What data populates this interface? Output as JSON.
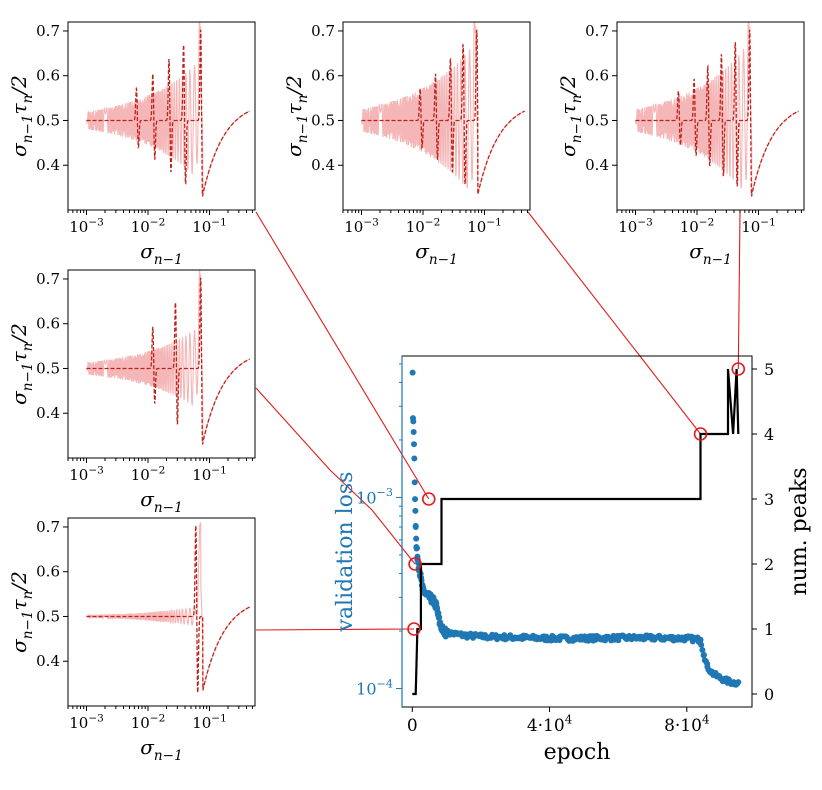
{
  "colors": {
    "loss": "#1f77b4",
    "peaks": "#000000",
    "connector": "#e41a1c",
    "inset_solid": "#f4b6b6",
    "inset_dashed": "#c0201a"
  },
  "chart_data": [
    {
      "id": "main",
      "type": "scatter",
      "xlabel": "epoch",
      "xticks": [
        0,
        40000,
        80000
      ],
      "xtick_labels": [
        "0",
        "4·10^4",
        "8·10^4"
      ],
      "xlim": [
        -3000,
        99000
      ],
      "log_y": true,
      "ylabel_left": "validation loss",
      "ylim_left": [
        8e-05,
        0.0055
      ],
      "yticks_left": [
        0.0001,
        0.001
      ],
      "ytick_labels_left": [
        "10^-4",
        "10^-3"
      ],
      "ylabel_right": "num. peaks",
      "ylim_right": [
        -0.2,
        5.2
      ],
      "yticks_right": [
        0,
        1,
        2,
        3,
        4,
        5
      ],
      "series": [
        {
          "kind": "loss",
          "axis": "left",
          "x": [
            100,
            200,
            300,
            400,
            500,
            600,
            700,
            800,
            900,
            1000,
            1200,
            1500,
            2000,
            3000,
            4000,
            5000,
            6000,
            7000,
            8000,
            9000,
            10000,
            15000,
            20000,
            30000,
            40000,
            50000,
            60000,
            70000,
            80000,
            84000,
            85000,
            86000,
            87000,
            88000,
            90000,
            92000,
            94000,
            95000
          ],
          "y": [
            0.0045,
            0.0026,
            0.0025,
            0.0022,
            0.0019,
            0.0016,
            0.0012,
            0.00098,
            0.00085,
            0.0007,
            0.00055,
            0.00049,
            0.00043,
            0.00033,
            0.00031,
            0.0003,
            0.00029,
            0.00027,
            0.00022,
            0.0002,
            0.000196,
            0.00019,
            0.000187,
            0.000185,
            0.000183,
            0.000183,
            0.000184,
            0.000184,
            0.000183,
            0.00018,
            0.00015,
            0.00013,
            0.000123,
            0.000118,
            0.000113,
            0.000109,
            0.000107,
            0.000108
          ]
        },
        {
          "kind": "peaks",
          "axis": "right",
          "step_x": [
            0,
            1000,
            1500,
            2500,
            2500,
            5500,
            5500,
            8500,
            8500,
            84000,
            84000,
            92000,
            92000,
            93500,
            94500,
            95000,
            95000
          ],
          "step_y": [
            0,
            0,
            1,
            1,
            2,
            2,
            2,
            2,
            3,
            3,
            4,
            4,
            5,
            4,
            5,
            4,
            4
          ]
        }
      ],
      "markers_right": [
        {
          "x": 500,
          "y": 1
        },
        {
          "x": 800,
          "y": 2
        },
        {
          "x": 4800,
          "y": 3
        },
        {
          "x": 84000,
          "y": 4
        },
        {
          "x": 95000,
          "y": 5
        }
      ]
    },
    {
      "id": "inset-top-left",
      "type": "line",
      "ylabel": "σn−1 τn/2",
      "xlabel": "σn−1",
      "log_x": true,
      "xlim": [
        0.0005,
        0.55
      ],
      "ylim": [
        0.3,
        0.72
      ],
      "xtick_labels": [
        "10^-3",
        "10^-2",
        "10^-1"
      ],
      "yticks": [
        0.4,
        0.5,
        0.6,
        0.7
      ],
      "peaks": [
        0.0065,
        0.012,
        0.022,
        0.038,
        0.072
      ],
      "env": 0.0035
    },
    {
      "id": "inset-top-middle",
      "type": "line",
      "ylabel": "σn−1 τn/2",
      "xlabel": "σn−1",
      "log_x": true,
      "xlim": [
        0.0005,
        0.55
      ],
      "ylim": [
        0.3,
        0.72
      ],
      "xtick_labels": [
        "10^-3",
        "10^-2",
        "10^-1"
      ],
      "yticks": [
        0.4,
        0.5,
        0.6,
        0.7
      ],
      "peaks": [
        0.009,
        0.016,
        0.028,
        0.045,
        0.075
      ],
      "env": 0.002
    },
    {
      "id": "inset-top-right",
      "type": "line",
      "ylabel": "σn−1 τn/2",
      "xlabel": "σn−1",
      "log_x": true,
      "xlim": [
        0.0005,
        0.55
      ],
      "ylim": [
        0.3,
        0.72
      ],
      "xtick_labels": [
        "10^-3",
        "10^-2",
        "10^-1"
      ],
      "yticks": [
        0.4,
        0.5,
        0.6,
        0.7
      ],
      "peaks": [
        0.005,
        0.009,
        0.015,
        0.025,
        0.042,
        0.072
      ],
      "env": 0.002
    },
    {
      "id": "inset-middle-left",
      "type": "line",
      "ylabel": "σn−1 τn/2",
      "xlabel": "σn−1",
      "log_x": true,
      "xlim": [
        0.0005,
        0.55
      ],
      "ylim": [
        0.3,
        0.72
      ],
      "xtick_labels": [
        "10^-3",
        "10^-2",
        "10^-1"
      ],
      "yticks": [
        0.4,
        0.5,
        0.6,
        0.7
      ],
      "peaks": [
        0.012,
        0.028,
        0.072
      ],
      "env": 0.008
    },
    {
      "id": "inset-bottom-left",
      "type": "line",
      "ylabel": "σn−1 τn/2",
      "xlabel": "σn−1",
      "log_x": true,
      "xlim": [
        0.0005,
        0.55
      ],
      "ylim": [
        0.3,
        0.72
      ],
      "xtick_labels": [
        "10^-3",
        "10^-2",
        "10^-1"
      ],
      "yticks": [
        0.4,
        0.5,
        0.6,
        0.7
      ],
      "peaks": [
        0.06
      ],
      "env": 0.2
    }
  ]
}
